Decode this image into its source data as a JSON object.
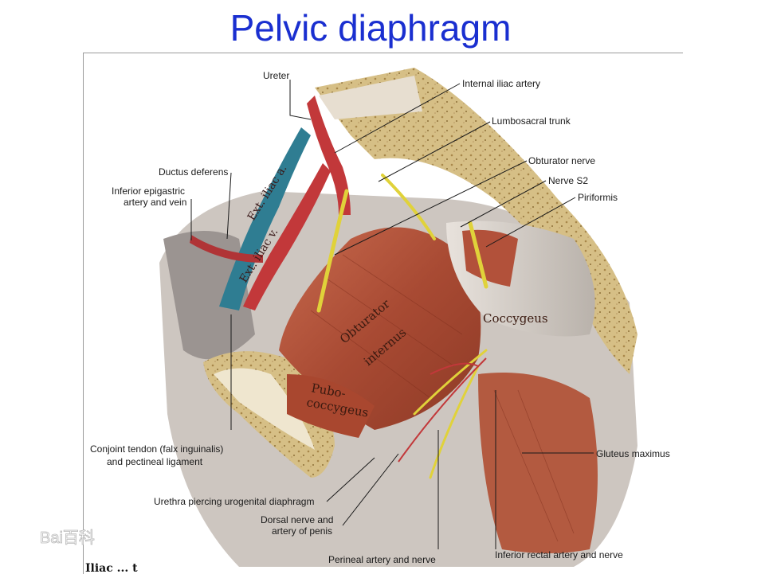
{
  "title": "Pelvic diaphragm",
  "labels": {
    "ureter": "Ureter",
    "internal_iliac_artery": "Internal iliac artery",
    "lumbosacral_trunk": "Lumbosacral trunk",
    "obturator_nerve": "Obturator nerve",
    "nerve_s2": "Nerve S2",
    "piriformis": "Piriformis",
    "ductus_deferens": "Ductus deferens",
    "inferior_epigastric_1": "Inferior epigastric",
    "inferior_epigastric_2": "artery and vein",
    "conjoint_1": "Conjoint tendon (falx inguinalis)",
    "conjoint_2": "and pectineal ligament",
    "gluteus_maximus": "Gluteus maximus",
    "urethra": "Urethra piercing urogenital diaphragm",
    "dorsal_1": "Dorsal nerve and",
    "dorsal_2": "artery of penis",
    "perineal": "Perineal artery and nerve",
    "inferior_rectal": "Inferior rectal artery and nerve"
  },
  "in_image": {
    "ext_iliac_a": "Ext. iliac a.",
    "ext_iliac_v": "Ext. iliac v.",
    "obturator_internus_1": "Obturator",
    "obturator_internus_2": "internus",
    "coccygeus": "Coccygeus",
    "pubo_1": "Pubo-",
    "pubo_2": "coccygeus"
  },
  "watermark": "Bai百科",
  "bottom_fragment": "Iliac ... t",
  "colors": {
    "title": "#1a2fd0",
    "muscle": "#b5553a",
    "artery": "#c2383a",
    "vein": "#2f7d92",
    "nerve": "#e0d23a",
    "bone": "#d9c48e"
  }
}
